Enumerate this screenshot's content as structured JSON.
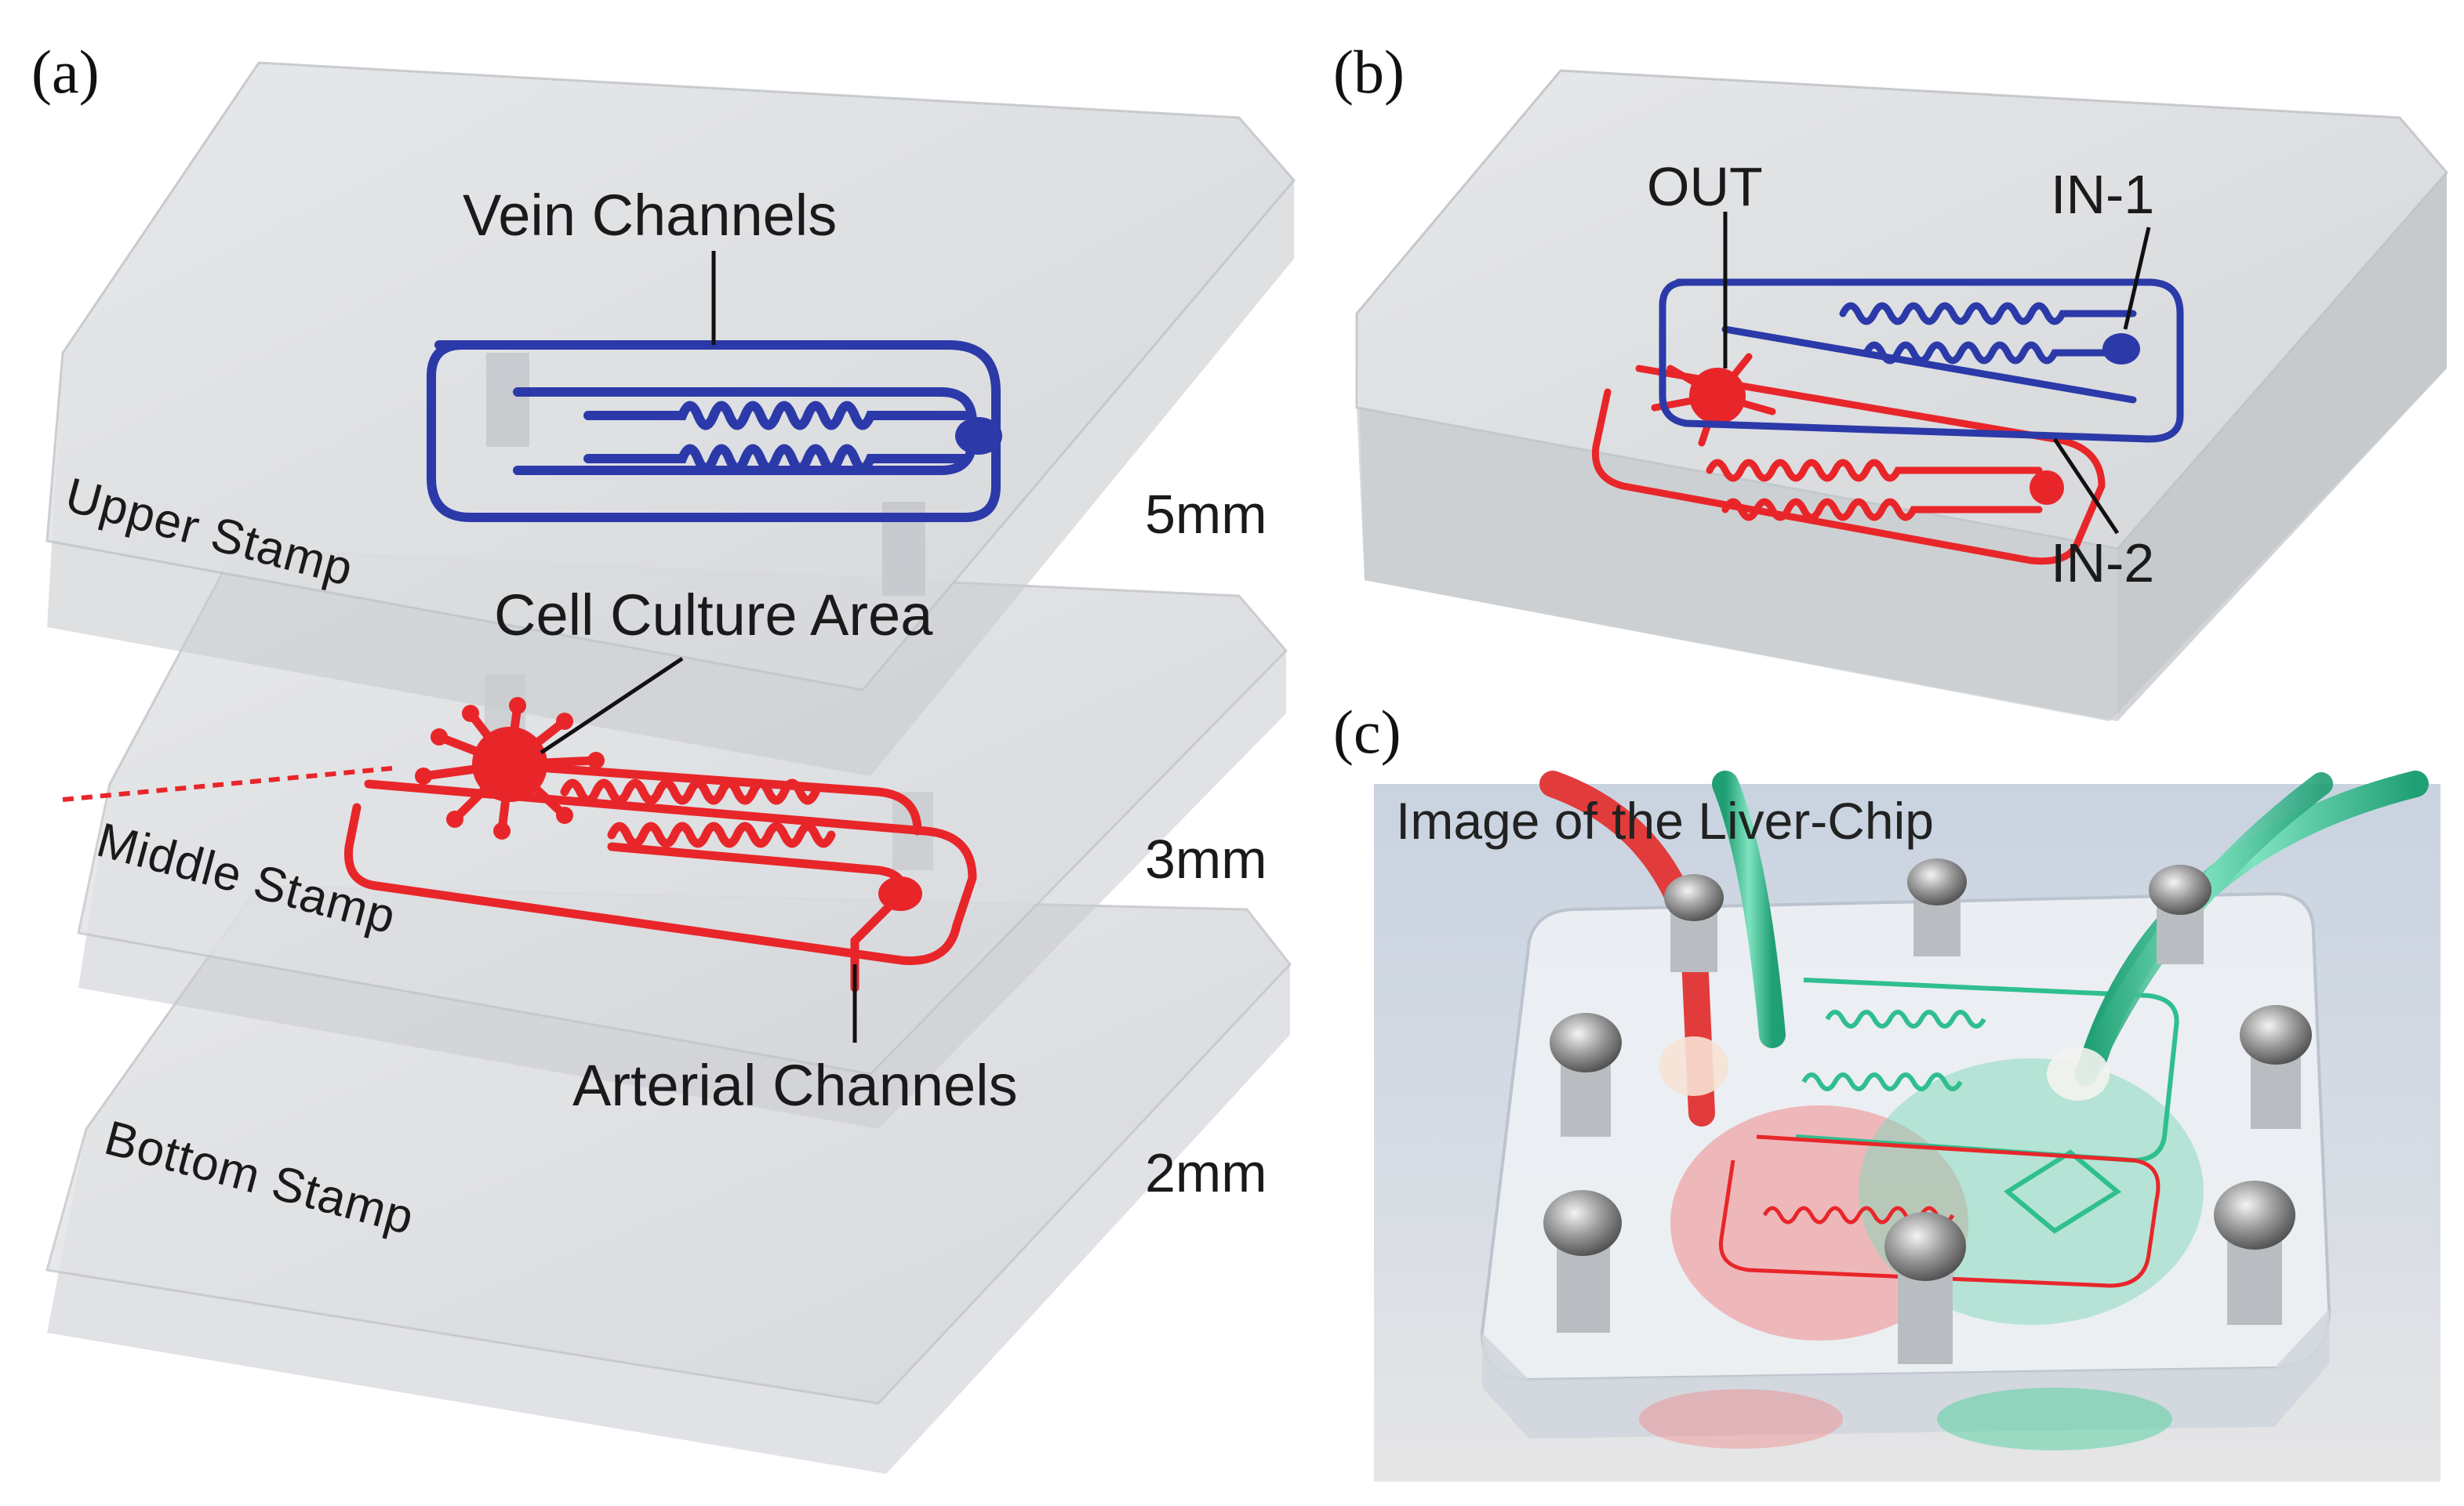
{
  "panels": {
    "a": {
      "letter": "(a)",
      "layers": [
        {
          "name": "Upper Stamp",
          "thickness": "5mm"
        },
        {
          "name": "Middle Stamp",
          "thickness": "3mm"
        },
        {
          "name": "Bottom Stamp",
          "thickness": "2mm"
        }
      ],
      "callouts": {
        "vein": "Vein Channels",
        "culture": "Cell Culture Area",
        "arterial": "Arterial Channels"
      }
    },
    "b": {
      "letter": "(b)",
      "ports": {
        "out": "OUT",
        "in1": "IN-1",
        "in2": "IN-2"
      }
    },
    "c": {
      "letter": "(c)",
      "caption": "Image of the Liver-Chip"
    }
  },
  "colors": {
    "vein": "#2b3aa8",
    "arterial": "#e8262a",
    "slab": "#d9dbdd",
    "dye_green": "#2fbf8f"
  }
}
